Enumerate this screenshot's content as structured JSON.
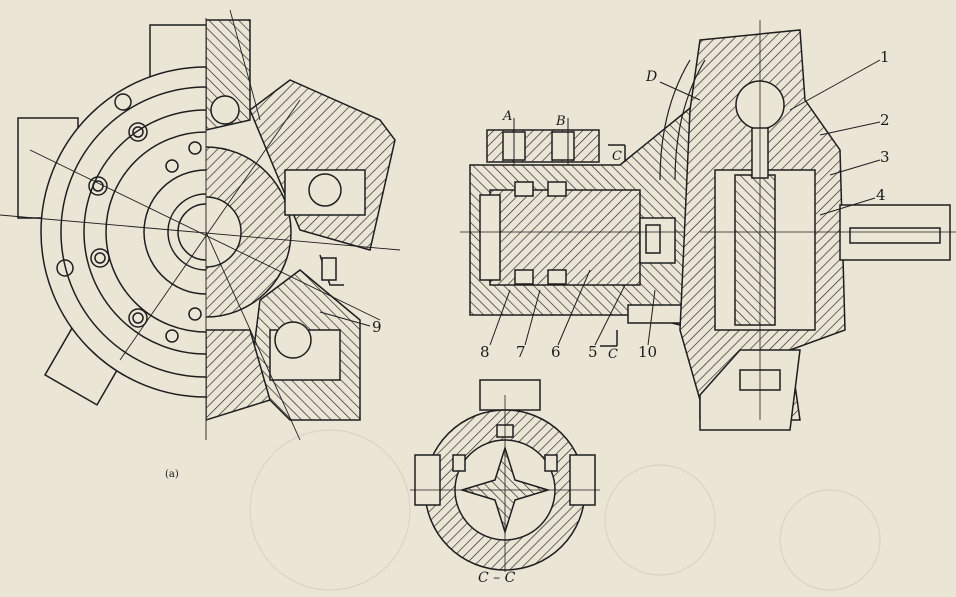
{
  "figure": {
    "part_labels": [
      "1",
      "2",
      "3",
      "4",
      "5",
      "6",
      "7",
      "8",
      "9",
      "10"
    ],
    "port_labels": {
      "a": "A",
      "b": "B"
    },
    "section_mark": "C",
    "section_title": "C – C",
    "feature_label": "D",
    "subfigure_label": "(a)"
  },
  "colors": {
    "paper": "#ebe5d6",
    "ink": "#1e1e1e"
  }
}
